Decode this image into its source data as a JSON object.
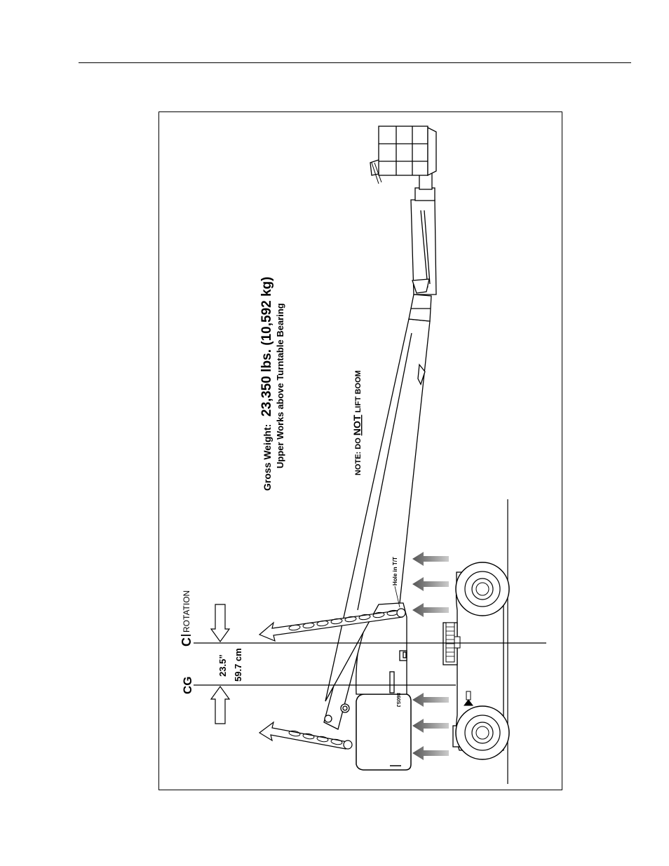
{
  "figure": {
    "gross_weight_label": "Gross Weight:",
    "gross_weight_value": "23,350 lbs. (10,592 kg)",
    "subtitle": "Upper Works above Turntable Bearing",
    "note_prefix": "NOTE: DO ",
    "note_emphasis": "NOT",
    "note_suffix": " LIFT BOOM",
    "centerline_symbol": "C",
    "centerline_label": "ROTATION",
    "cg_label": "CG",
    "offset_in": "23.5”",
    "offset_cm": "59.7 cm",
    "hole_label": "Hole in T/T",
    "model_label": "860SJ"
  }
}
